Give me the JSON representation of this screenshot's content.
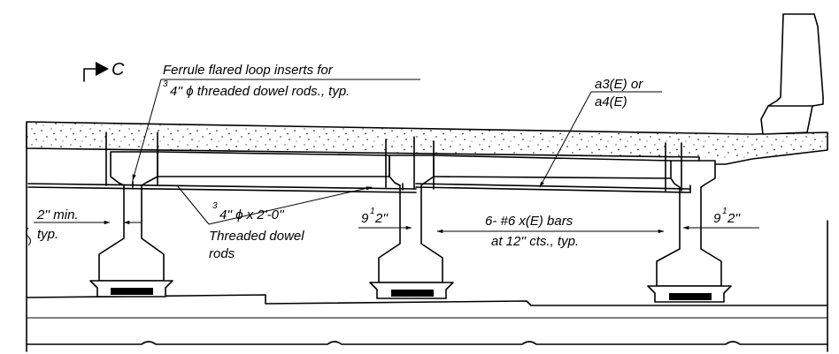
{
  "section_marker": "C",
  "labels": {
    "ferrule_line1": "Ferrule flared loop inserts for",
    "ferrule_line2_frac": "3",
    "ferrule_line2": "4'' ϕ threaded dowel rods., typ.",
    "a3_line1": "a3(E) or",
    "a4_line2": "a4(E)",
    "min_line1": "2'' min.",
    "min_line2": "typ.",
    "dowel_frac": "3",
    "dowel_line1": "4'' ϕ x 2'-0''",
    "dowel_line2": "Threaded dowel",
    "dowel_line3": "rods",
    "dim_left_whole": "9",
    "dim_left_frac": "1",
    "dim_left_unit": "2''",
    "bars_line1": "6- #6 x(E) bars",
    "bars_line2": "at 12'' cts., typ.",
    "dim_right_whole": "9",
    "dim_right_frac": "1",
    "dim_right_unit": "2''"
  }
}
